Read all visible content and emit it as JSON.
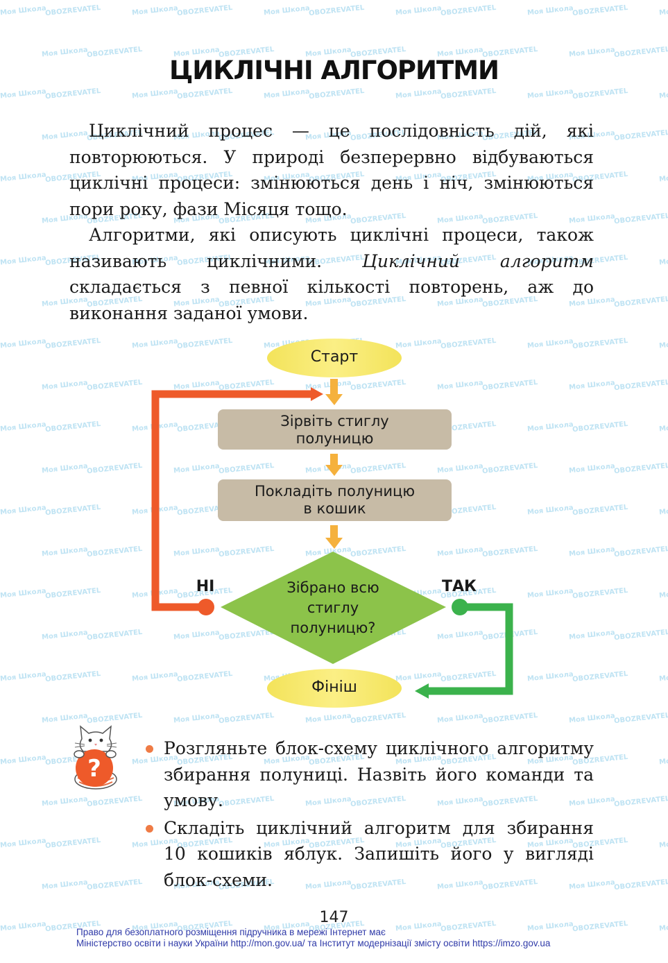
{
  "title": "ЦИКЛІЧНІ АЛГОРИТМИ",
  "paragraph1": "Циклічний процес — це послідовність дій, які повторюються. У природі безперервно відбуваються циклічні процеси: змінюються день і ніч, змінюються пори року, фази Місяця тощо.",
  "paragraph2": {
    "before": "Алгоритми, які описують циклічні процеси, також називають циклічними. ",
    "term": "Циклічний алгоритм",
    "after": " складається з певної кількості повторень, аж до виконання заданої умови."
  },
  "flowchart": {
    "start": "Старт",
    "step1": [
      "Зірвіть стиглу",
      "полуницю"
    ],
    "step2": [
      "Покладіть полуницю",
      "в кошик"
    ],
    "condition": [
      "Зібрано всю",
      "стиглу",
      "полуницю?"
    ],
    "no_label": "НІ",
    "yes_label": "ТАК",
    "finish": "Фініш",
    "colors": {
      "terminal": "#f3e35a",
      "process": "#c7bba6",
      "decision": "#8cc34a",
      "no_loop": "#ee5a2a",
      "yes_branch": "#3bb24c",
      "arrow": "#f5b13d"
    }
  },
  "tasks": [
    "Розгляньте блок-схему циклічного алгоритму збирання полуниці. Назвіть його команди та умову.",
    "Складіть циклічний алгоритм для збирання 10 кошиків яблук. Запишіть його у вигляді блок-схеми."
  ],
  "question_icon": "cat-question-icon",
  "page_number": "147",
  "footer": [
    "Право для безоплатного розміщення підручника в мережі Інтернет має",
    "Міністерство освіти і науки України http://mon.gov.ua/ та Інститут модернізації змісту освіти https://imzo.gov.ua"
  ],
  "watermark": [
    "Моя Школа",
    "OBOZREVATEL"
  ]
}
